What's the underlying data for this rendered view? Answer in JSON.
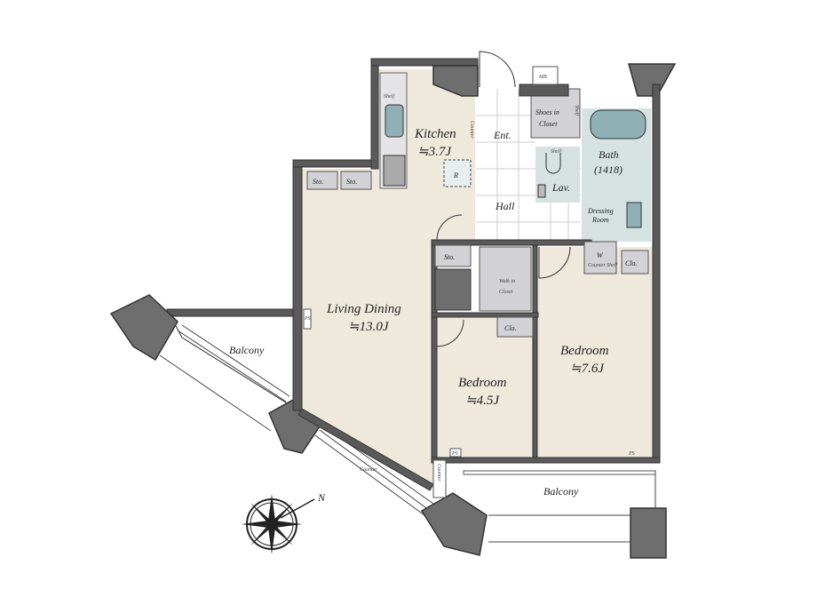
{
  "rooms": {
    "kitchen": {
      "name": "Kitchen",
      "area": "≒3.7J"
    },
    "living_dining": {
      "name": "Living Dining",
      "area": "≒13.0J"
    },
    "bedroom_small": {
      "name": "Bedroom",
      "area": "≒4.5J"
    },
    "bedroom_large": {
      "name": "Bedroom",
      "area": "≒7.6J"
    },
    "entrance": "Ent.",
    "hall": "Hall",
    "lavatory": "Lav.",
    "bath": {
      "name": "Bath",
      "size": "(1418)"
    },
    "dressing_room": {
      "line1": "Dressing",
      "line2": "Room"
    },
    "shoes_closet": {
      "line1": "Shoes in",
      "line2": "Closet"
    },
    "walk_in_closet": {
      "line1": "Walk in",
      "line2": "Closet"
    },
    "balcony_left": "Balcony",
    "balcony_bottom": "Balcony"
  },
  "fixtures": {
    "storage": [
      "Sto.",
      "Sto.",
      "Sto."
    ],
    "closet": [
      "Clo.",
      "Clo."
    ],
    "counter": [
      "Counter",
      "Counter",
      "Counter"
    ],
    "shelf": [
      "Shelf",
      "Shelf",
      "Shelf"
    ],
    "pipe_space": [
      "PS",
      "PS",
      "PS"
    ],
    "meter_box": "MB",
    "refrigerator": "R",
    "washer": "W",
    "washer_shelf": "Counter Shelf"
  },
  "compass": {
    "north": "N"
  },
  "colors": {
    "floor": "#efe9dc",
    "wall": "#5a5a5a",
    "wet_area": "#d6e2e2",
    "storage": "#d2d2d6"
  }
}
